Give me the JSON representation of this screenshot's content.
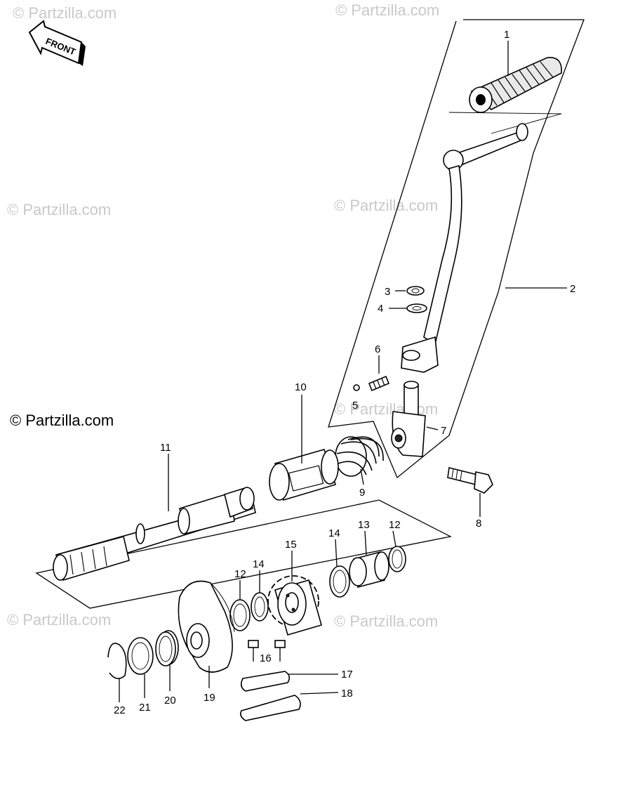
{
  "front_tag": "FRONT",
  "watermark_main": "© Partzilla.com",
  "watermarks": [
    "© Partzilla.com",
    "© Partzilla.com",
    "© Partzilla.com",
    "© Partzilla.com",
    "© Partzilla.com",
    "© Partzilla.com",
    "© Partzilla.com"
  ],
  "callouts": [
    "1",
    "2",
    "3",
    "4",
    "5",
    "6",
    "7",
    "8",
    "9",
    "10",
    "11",
    "12",
    "12",
    "13",
    "14",
    "14",
    "15",
    "16",
    "17",
    "18",
    "19",
    "20",
    "21",
    "22"
  ]
}
